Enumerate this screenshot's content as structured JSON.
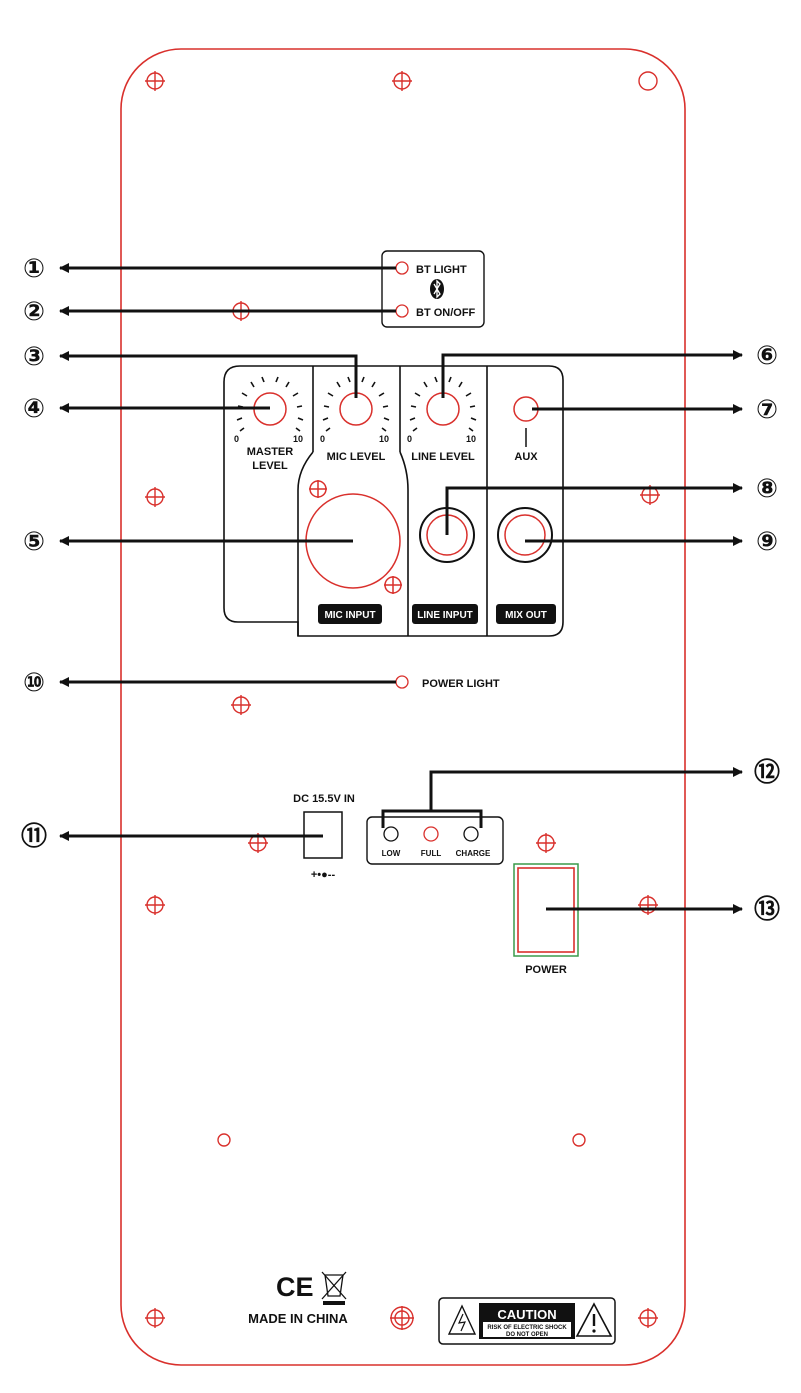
{
  "labels": {
    "bt_light": "BT LIGHT",
    "bt_onoff": "BT ON/OFF",
    "master_level_line1": "MASTER",
    "master_level_line2": "LEVEL",
    "mic_level": "MIC LEVEL",
    "line_level": "LINE LEVEL",
    "aux": "AUX",
    "mic_input": "MIC INPUT",
    "line_input": "LINE INPUT",
    "mix_out": "MIX OUT",
    "power_light": "POWER LIGHT",
    "dc_in": "DC 15.5V IN",
    "dc_polarity": "+•●--",
    "battery_low": "LOW",
    "battery_full": "FULL",
    "battery_charge": "CHARGE",
    "power": "POWER",
    "made_in": "MADE IN CHINA",
    "ce_mark": "CE",
    "caution_title": "CAUTION",
    "caution_line1": "RISK OF ELECTRIC SHOCK",
    "caution_line2": "DO NOT OPEN",
    "scale_min": "0",
    "scale_max": "10"
  },
  "callouts": [
    "①",
    "②",
    "③",
    "④",
    "⑤",
    "⑥",
    "⑦",
    "⑧",
    "⑨",
    "⑩",
    "⑪",
    "⑫",
    "⑬"
  ],
  "colors": {
    "outline": "#d9302c",
    "ink": "#111111",
    "switch_green": "#3a9a4a"
  }
}
